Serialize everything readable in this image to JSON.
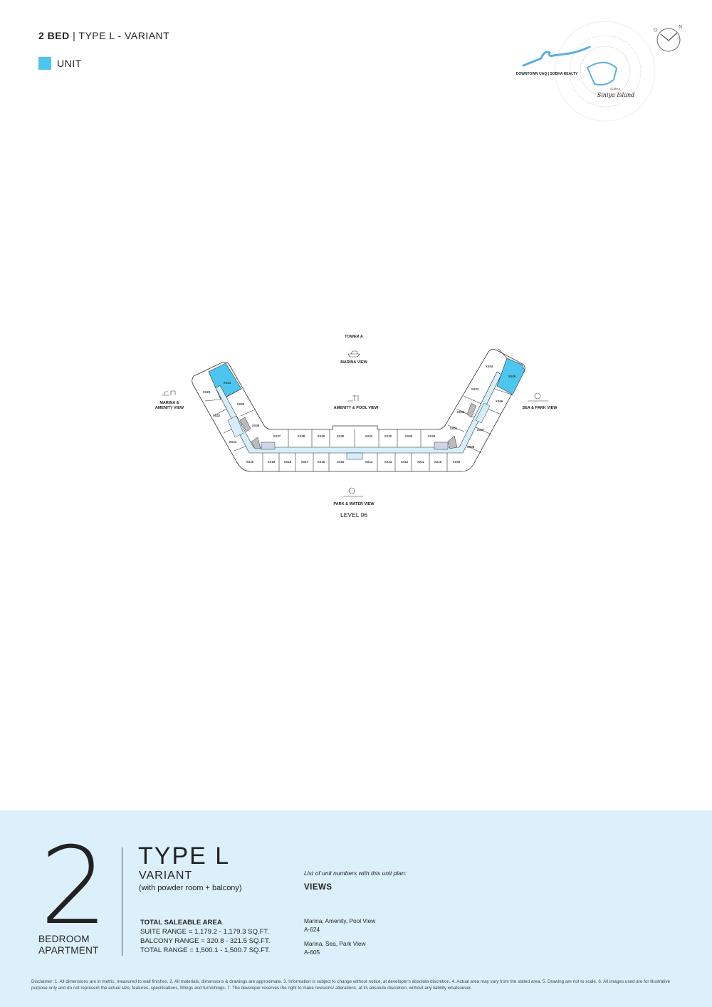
{
  "header": {
    "title_bold": "2 BED",
    "title_rest": "| TYPE L - VARIANT",
    "legend_label": "UNIT"
  },
  "logo": {
    "caption": "DOWNTOWN UAQ | SOBHA REALTY",
    "brand": "SOBHA",
    "brand_script": "Siniya Island",
    "compass_q": "Q",
    "compass_n": "N"
  },
  "colors": {
    "unit": "#4dc6ef",
    "corridor": "#d6eefa",
    "panel": "#dcf0fb"
  },
  "plan": {
    "tower": "TOWER A",
    "level": "LEVEL 06",
    "views": {
      "marina": "MARINA VIEW",
      "marina_amenity_1": "MARINA &",
      "marina_amenity_2": "AMENITY VIEW",
      "amenity_pool": "AMENITY & POOL VIEW",
      "sea_park": "SEA & PARK VIEW",
      "park_water": "PARK & WATER VIEW"
    },
    "units": [
      "XX24",
      "XX23",
      "XX25",
      "XX22",
      "XX26",
      "XX21",
      "XX27",
      "XX28",
      "XX29",
      "XX30",
      "XX31",
      "XX32",
      "XX33",
      "XX34",
      "XX20",
      "XX19",
      "XX18",
      "XX17",
      "XX16",
      "XX15",
      "XX14",
      "XX13",
      "XX12",
      "XX11",
      "XX10",
      "XX09",
      "XX04",
      "XX05",
      "XX03",
      "XX06",
      "XX02",
      "XX07",
      "XX01",
      "XX08"
    ],
    "highlighted_units": [
      "XX24",
      "XX05"
    ]
  },
  "summary": {
    "bedrooms": "2",
    "bedroom_line1": "BEDROOM",
    "bedroom_line2": "APARTMENT",
    "type": "TYPE L",
    "variant": "VARIANT",
    "variant_note": "(with powder room + balcony)",
    "area_title": "TOTAL SALEABLE AREA",
    "suite_range": "SUITE RANGE = 1,179.2 - 1,179.3 SQ.FT.",
    "balcony_range": "BALCONY RANGE = 320.8 - 321.5 SQ.FT.",
    "total_range": "TOTAL RANGE = 1,500.1 - 1,500.7 SQ.FT.",
    "list_header": "List of unit numbers with this unit plan:",
    "views_header": "VIEWS",
    "view_groups": [
      {
        "view": "Marina, Amenity, Pool View",
        "unit": "A-624"
      },
      {
        "view": "Marina, Sea, Park View",
        "unit": "A-605"
      }
    ]
  },
  "disclaimer": "Disclaimer: 1. All dimensions are in metric, measured to wall finishes. 2. All materials, dimensions & drawings are approximate. 3. Information is subject to change without notice, at developer's absolute discretion. 4. Actual area may vary from the stated area. 5. Drawing are not to scale. 6. All images used are for illustrative purpose only and do not represent the actual size, features, specifications, fittings and furnishings. 7. The developer reserves the right to make revisions/ alterations, at its absolute discretion, without any liability whatsoever."
}
